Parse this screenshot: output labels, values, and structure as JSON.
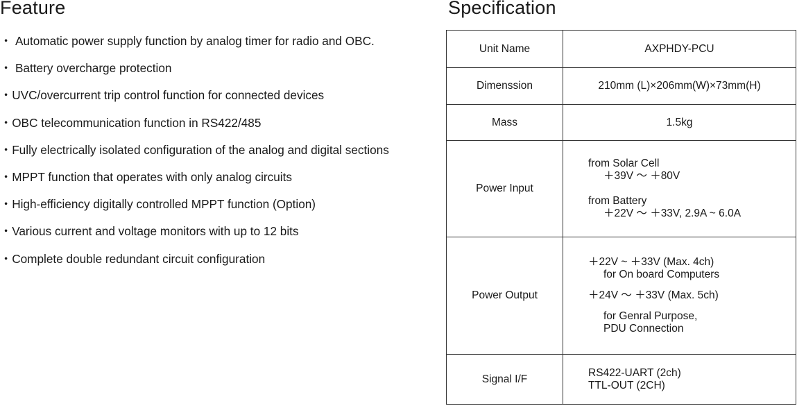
{
  "feature": {
    "title": "Feature",
    "items": [
      "・ Automatic power supply function by analog timer for radio and OBC.",
      "・ Battery overcharge protection",
      "・UVC/overcurrent trip control function for connected devices",
      "・OBC telecommunication function in RS422/485",
      "・Fully electrically isolated configuration of the analog and digital sections",
      "・MPPT function that operates with only analog circuits",
      "・High-efficiency digitally controlled MPPT function (Option)",
      "・Various current and voltage monitors with up to 12 bits",
      "・Complete double redundant circuit configuration"
    ]
  },
  "specification": {
    "title": "Specification",
    "unit_name": {
      "label": "Unit Name",
      "value": "AXPHDY-PCU"
    },
    "dimension": {
      "label": "Dimenssion",
      "value": "210mm (L)×206mm(W)×73mm(H)"
    },
    "mass": {
      "label": "Mass",
      "value": "1.5kg"
    },
    "power_input": {
      "label": "Power Input",
      "solar_heading": "from Solar Cell",
      "solar_range": "＋39V ～ ＋80V",
      "battery_heading": "from Battery",
      "battery_range": "＋22V ～ ＋33V, 2.9A ~ 6.0A"
    },
    "power_output": {
      "label": "Power Output",
      "obc_range": "＋22V ~ ＋33V (Max. 4ch)",
      "obc_purpose": "for On board Computers",
      "general_range": "＋24V ～ ＋33V (Max. 5ch)",
      "general_purpose_1": "for Genral Purpose,",
      "general_purpose_2": "PDU Connection"
    },
    "signal": {
      "label": "Signal I/F",
      "line1": "RS422-UART (2ch)",
      "line2": "TTL-OUT (2CH)"
    }
  }
}
